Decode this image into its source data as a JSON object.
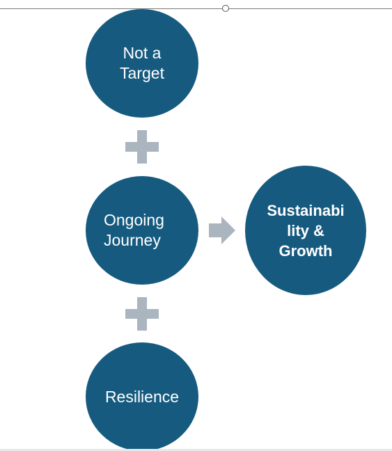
{
  "diagram": {
    "nodes": [
      {
        "id": "not-a-target",
        "lines": [
          "Not a",
          "Target"
        ]
      },
      {
        "id": "ongoing-journey",
        "lines": [
          "Ongoing",
          "Journey"
        ]
      },
      {
        "id": "resilience",
        "lines": [
          "Resilience"
        ]
      },
      {
        "id": "sustainability-growth",
        "lines": [
          "Sustainabi",
          "lity &",
          "Growth"
        ]
      }
    ],
    "operators": [
      "plus",
      "plus",
      "arrow-right"
    ]
  },
  "colors": {
    "circle_fill": "#165b7f",
    "circle_text": "#ffffff",
    "connector": "#aab5c0"
  }
}
